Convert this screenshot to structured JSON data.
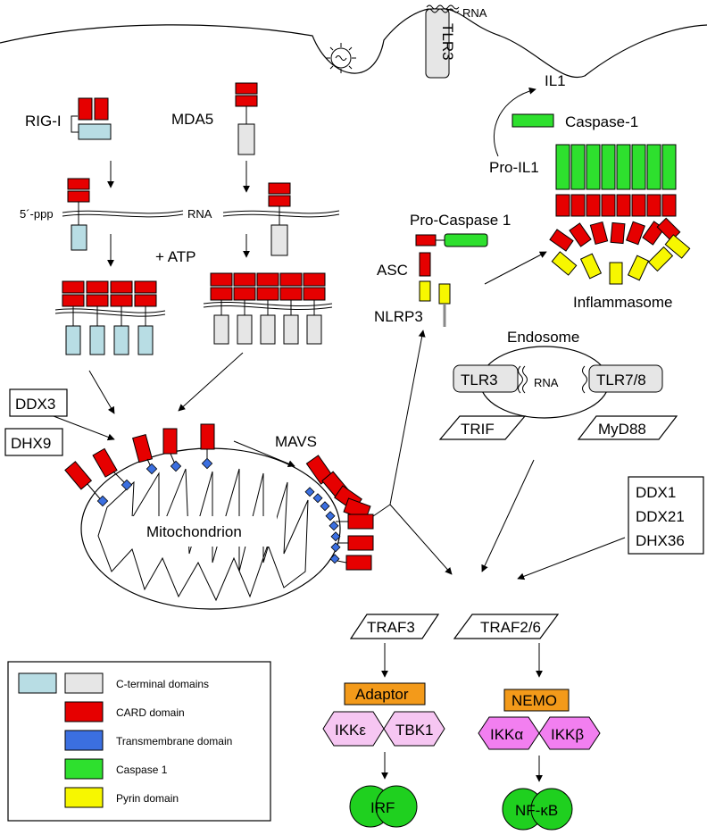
{
  "labels": {
    "rna_top": "RNA",
    "tlr3_membrane": "TLR3",
    "il1": "IL1",
    "caspase1": "Caspase-1",
    "pro_il1": "Pro-IL1",
    "rig_i": "RIG-I",
    "mda5": "MDA5",
    "five_ppp": "5´-ppp",
    "rna_mid": "RNA",
    "atp": "+ ATP",
    "pro_caspase1": "Pro-Caspase 1",
    "asc": "ASC",
    "nlrp3": "NLRP3",
    "inflammasome": "Inflammasome",
    "endosome": "Endosome",
    "tlr3_endo": "TLR3",
    "rna_endo": "RNA",
    "tlr78": "TLR7/8",
    "trif": "TRIF",
    "myd88": "MyD88",
    "ddx3": "DDX3",
    "dhx9": "DHX9",
    "mavs": "MAVS",
    "mitochondrion": "Mitochondrion",
    "ddx1": "DDX1",
    "ddx21": "DDX21",
    "dhx36": "DHX36",
    "traf3": "TRAF3",
    "traf26": "TRAF2/6",
    "adaptor": "Adaptor",
    "nemo": "NEMO",
    "ikke": "IKKε",
    "tbk1": "TBK1",
    "ikka": "IKKα",
    "ikkb": "IKKβ",
    "irf": "IRF",
    "nfkb": "NF-κB"
  },
  "legend": [
    {
      "label": "C-terminal domains",
      "colors": [
        "#b8dde4",
        "#e6e6e6"
      ]
    },
    {
      "label": "CARD domain",
      "colors": [
        "#e60000"
      ]
    },
    {
      "label": "Transmembrane domain",
      "colors": [
        "#3b6fe0"
      ]
    },
    {
      "label": "Caspase 1",
      "colors": [
        "#2ee02e"
      ]
    },
    {
      "label": "Pyrin domain",
      "colors": [
        "#f7f700"
      ]
    }
  ]
}
